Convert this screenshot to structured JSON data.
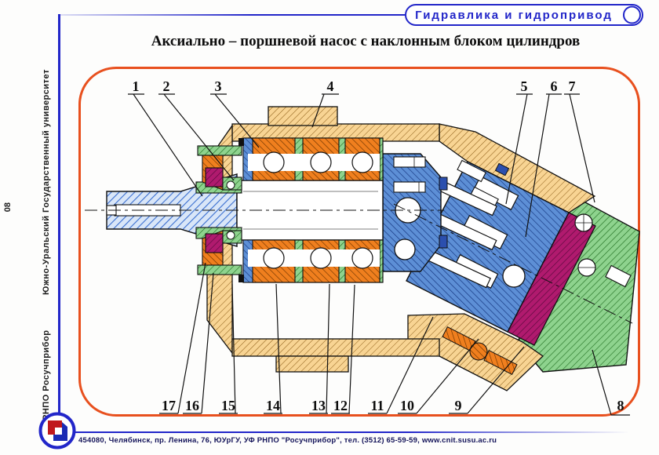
{
  "header": {
    "course_label": "Гидравлика и гидропривод"
  },
  "slide": {
    "title": "Аксиально – поршневой насос с наклонным блоком цилиндров",
    "page_number": "08"
  },
  "sidebar": {
    "university": "Южно-Уральский  Государственный  университет",
    "organization": "РНПО  Росучприбор"
  },
  "footer": {
    "address": "454080, Челябинск, пр. Ленина, 76, ЮУрГУ, УФ РНПО \"Росучприбор\", тел. (3512) 65-59-59, www.cnit.susu.ac.ru"
  },
  "icons": {
    "logo": "rosuchpribor-emblem"
  },
  "colors": {
    "accent_blue": "#2226c9",
    "frame_red": "#e8501e",
    "housing_tan": "#f8d493",
    "bearing_orange": "#f07f1e",
    "seal_green": "#8ed38e",
    "shaft_light_blue": "#d9e6f8",
    "block_blue": "#5d8fd6",
    "valve_magenta": "#b01a6e"
  },
  "diagram": {
    "callouts": {
      "c1": "1",
      "c2": "2",
      "c3": "3",
      "c4": "4",
      "c5": "5",
      "c6": "6",
      "c7": "7",
      "c8": "8",
      "c9": "9",
      "c10": "10",
      "c11": "11",
      "c12": "12",
      "c13": "13",
      "c14": "14",
      "c15": "15",
      "c16": "16",
      "c17": "17"
    }
  }
}
